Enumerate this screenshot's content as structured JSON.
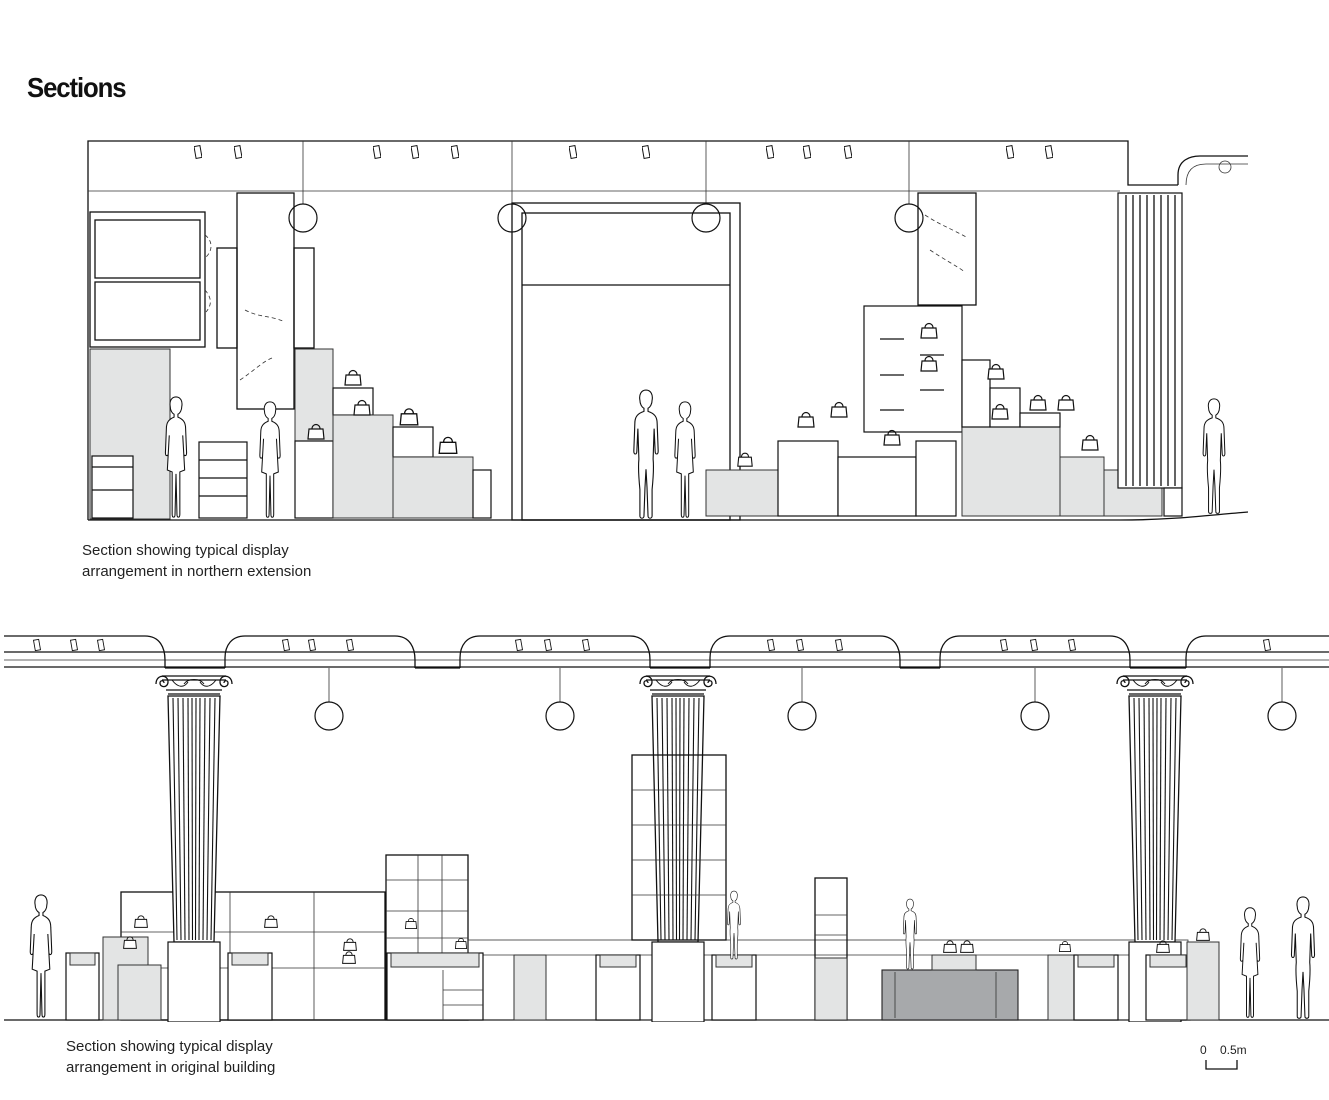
{
  "page": {
    "title": "Sections"
  },
  "sections": [
    {
      "id": "northern-extension",
      "caption_line1": "Section showing typical display",
      "caption_line2": "arrangement in northern extension"
    },
    {
      "id": "original-building",
      "caption_line1": "Section showing typical display",
      "caption_line2": "arrangement in original building"
    }
  ],
  "scale_bar": {
    "start_label": "0",
    "end_label": "0.5m"
  },
  "colors": {
    "line": "#111111",
    "display_fill": "#e3e4e4",
    "counter_fill": "#a7a9ab",
    "background": "#ffffff"
  }
}
